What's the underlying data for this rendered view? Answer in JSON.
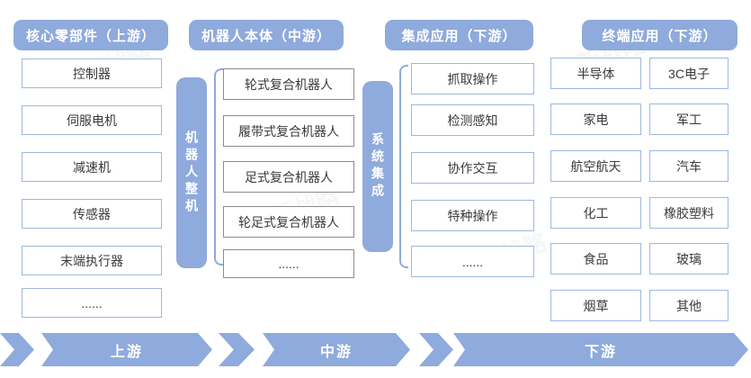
{
  "colors": {
    "accent": "#8FAADC",
    "border-blue": "#9DB8DF",
    "border-gray": "#8C8C8C",
    "bracket": "#8FAADC",
    "text": "#3A3A3A"
  },
  "columns": [
    {
      "id": "core-components",
      "header": "核心零部件（上游）",
      "items": [
        "控制器",
        "伺服电机",
        "减速机",
        "传感器",
        "末端执行器",
        "......"
      ]
    },
    {
      "id": "robot-body",
      "header": "机器人本体（中游）",
      "bar": "机器人整机",
      "items": [
        "轮式复合机器人",
        "履带式复合机器人",
        "足式复合机器人",
        "轮足式复合机器人",
        "......"
      ]
    },
    {
      "id": "integrated-applications",
      "header": "集成应用（下游）",
      "bar": "系统集成",
      "items": [
        "抓取操作",
        "检测感知",
        "协作交互",
        "特种操作",
        "......"
      ]
    },
    {
      "id": "terminal-applications",
      "header": "终端应用（下游）",
      "items_left": [
        "半导体",
        "家电",
        "航空航天",
        "化工",
        "食品",
        "烟草"
      ],
      "items_right": [
        "3C电子",
        "军工",
        "汽车",
        "橡胶塑料",
        "玻璃",
        "其他"
      ]
    }
  ],
  "bottom_bands": [
    "上游",
    "中游",
    "下游"
  ],
  "watermark": {
    "text": "新战略"
  }
}
